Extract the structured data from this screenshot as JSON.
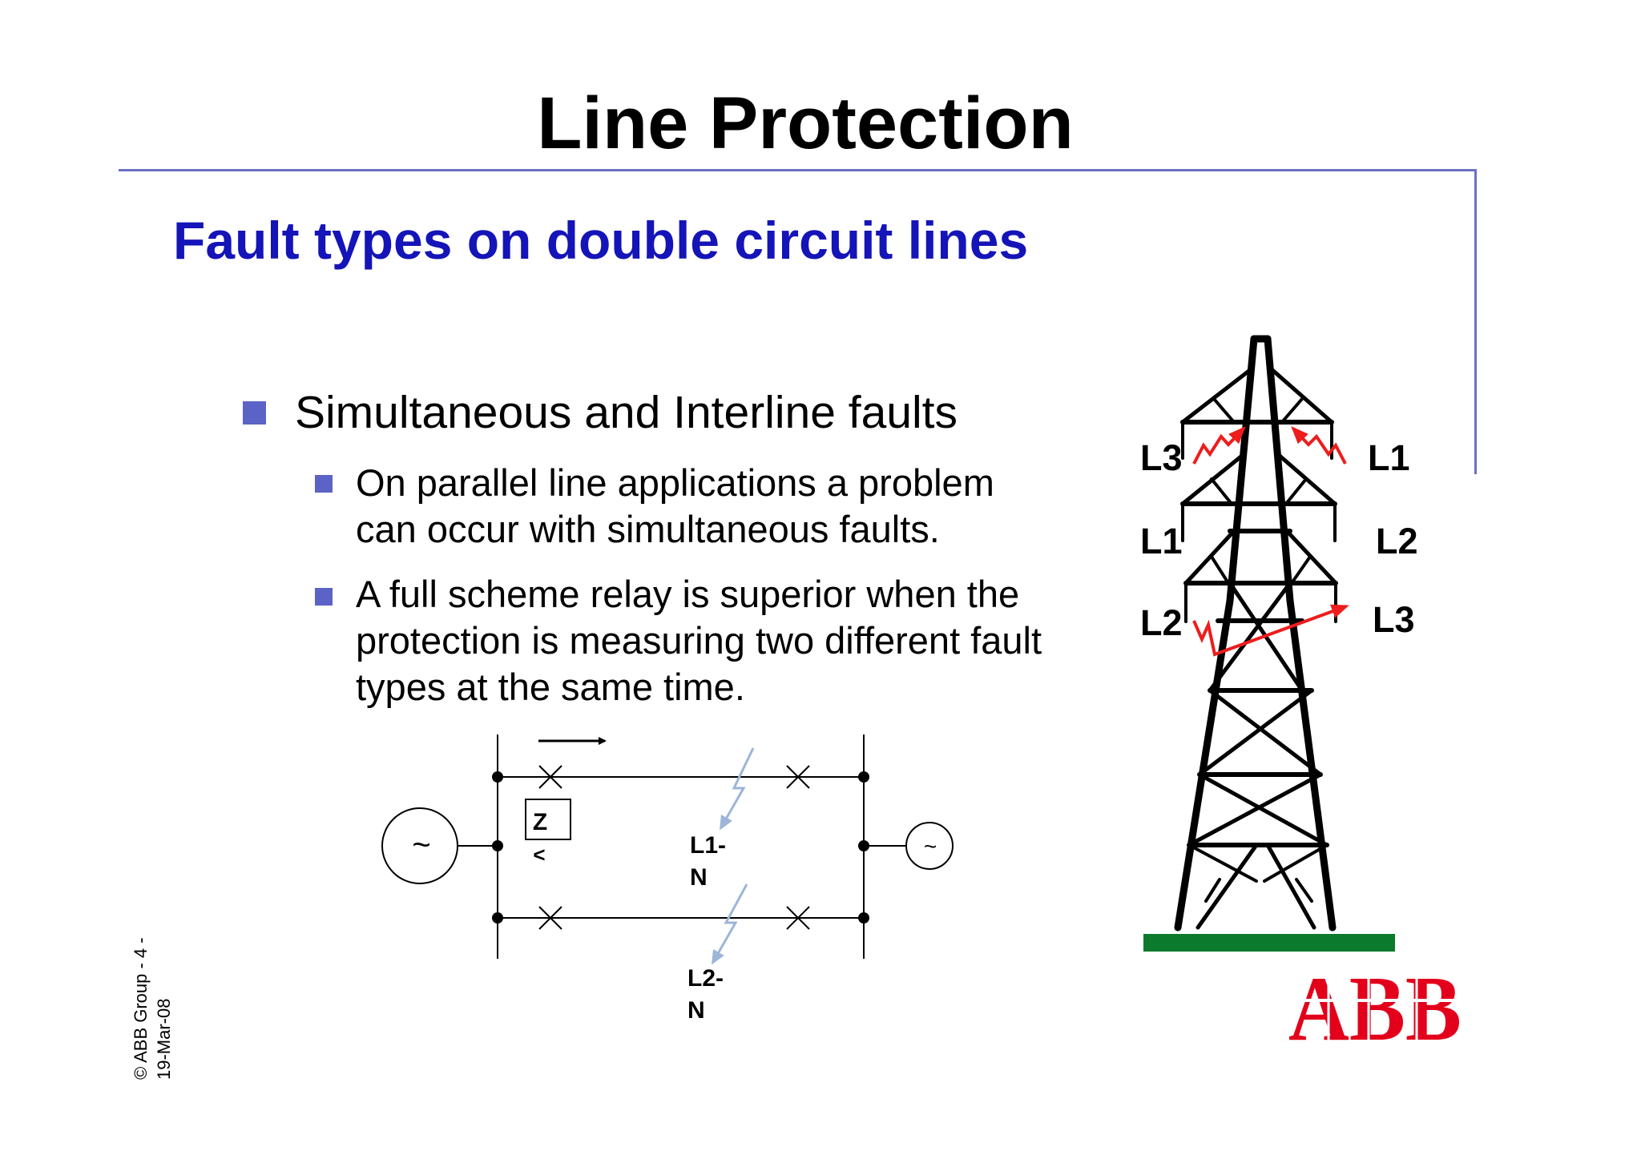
{
  "slide": {
    "title": "Line Protection",
    "subtitle": "Fault types on double circuit lines"
  },
  "bullets": {
    "main": "Simultaneous and Interline faults",
    "sub": [
      {
        "lines": [
          "On parallel line applications a problem",
          "can occur with simultaneous faults."
        ]
      },
      {
        "lines": [
          "A full scheme relay is superior when the",
          "protection is measuring two different fault",
          "types at the same time."
        ]
      }
    ]
  },
  "circuit": {
    "source_left": "~",
    "source_right": "~",
    "relay_label": "Z",
    "relay_symbol": "<",
    "fault1": [
      "L1-",
      "N"
    ],
    "fault2": [
      "L2-",
      "N"
    ]
  },
  "tower": {
    "left_labels": [
      "L3",
      "L1",
      "L2"
    ],
    "right_labels": [
      "L1",
      "L2",
      "L3"
    ]
  },
  "logo": {
    "text": "ABB"
  },
  "footer": {
    "copyright": "© ABB Group - 4 -",
    "date": "19-Mar-08"
  },
  "colors": {
    "title_rule": "#6a70c4",
    "subtitle": "#1414b8",
    "bullet": "#5c63c6",
    "fault_arrow": "#ee1c1c",
    "fault_lightning": "#9db5d8",
    "ground": "#0b7a2c",
    "logo": "#e3001b"
  }
}
